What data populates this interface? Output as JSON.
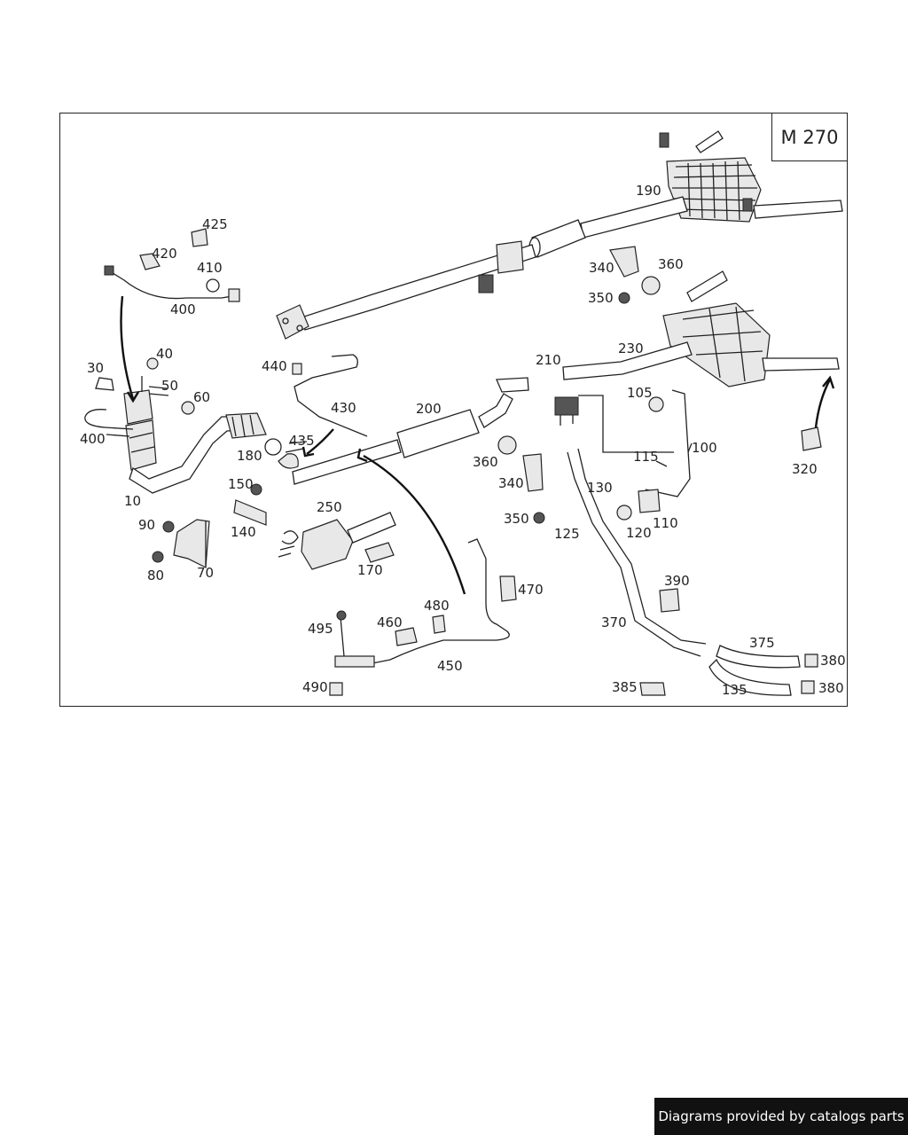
{
  "model_code": "M 270",
  "footer_text": "Diagrams provided by catalogs parts",
  "labels": {
    "p10": "10",
    "p30": "30",
    "p40": "40",
    "p50": "50",
    "p60": "60",
    "p70": "70",
    "p80": "80",
    "p90": "90",
    "p100": "100",
    "p105": "105",
    "p110": "110",
    "p115": "115",
    "p120": "120",
    "p125": "125",
    "p130": "130",
    "p135": "135",
    "p140": "140",
    "p150": "150",
    "p170": "170",
    "p180": "180",
    "p190": "190",
    "p200": "200",
    "p210": "210",
    "p230": "230",
    "p250": "250",
    "p320": "320",
    "p340a": "340",
    "p340b": "340",
    "p350a": "350",
    "p350b": "350",
    "p360a": "360",
    "p360b": "360",
    "p370": "370",
    "p375": "375",
    "p380a": "380",
    "p380b": "380",
    "p385": "385",
    "p390": "390",
    "p400a": "400",
    "p400b": "400",
    "p410": "410",
    "p420": "420",
    "p425": "425",
    "p430": "430",
    "p435": "435",
    "p440": "440",
    "p450": "450",
    "p460": "460",
    "p470": "470",
    "p480": "480",
    "p490": "490",
    "p495": "495"
  }
}
